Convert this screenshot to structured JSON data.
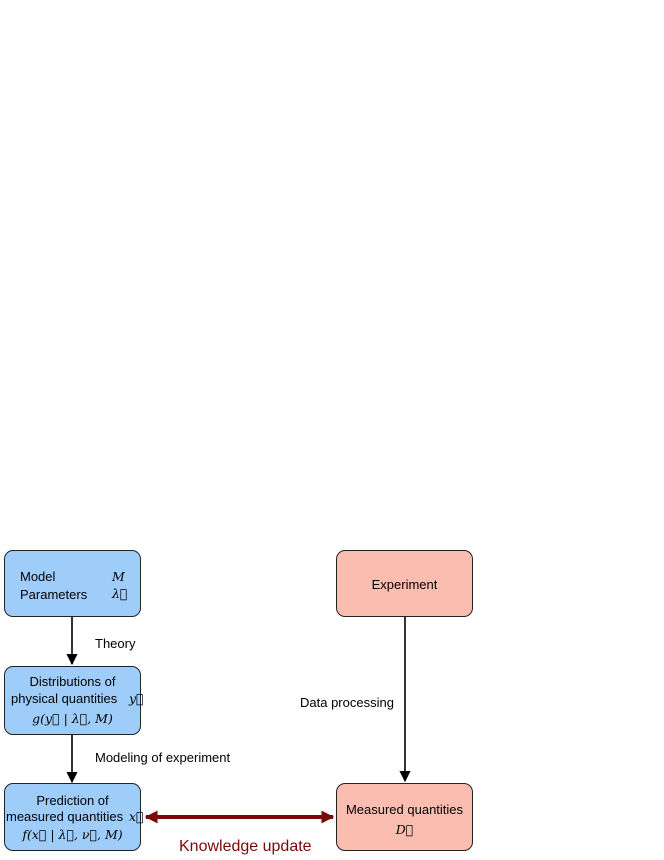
{
  "model_box": {
    "row1_label": "Model",
    "row1_symbol": "M",
    "row2_label": "Parameters",
    "row2_symbol": "λ⃗"
  },
  "distributions_box": {
    "line1": "Distributions of",
    "line2_text": "physical quantities",
    "line2_symbol": "y⃗",
    "formula": "g(y⃗ | λ⃗, M)"
  },
  "prediction_box": {
    "line1": "Prediction of",
    "line2_text": "measured quantities",
    "line2_symbol": "x⃗",
    "formula": "f(x⃗ | λ⃗, ν⃗, M)"
  },
  "experiment_box": {
    "label": "Experiment"
  },
  "measured_box": {
    "label": "Measured quantities",
    "symbol": "D⃗"
  },
  "edges": {
    "theory": "Theory",
    "modeling": "Modeling of experiment",
    "data_processing": "Data processing",
    "knowledge_update": "Knowledge update"
  },
  "colors": {
    "blue_box": "#9fcdfa",
    "salmon_box": "#fbbdb0",
    "update_arrow": "#7a0a0a"
  }
}
